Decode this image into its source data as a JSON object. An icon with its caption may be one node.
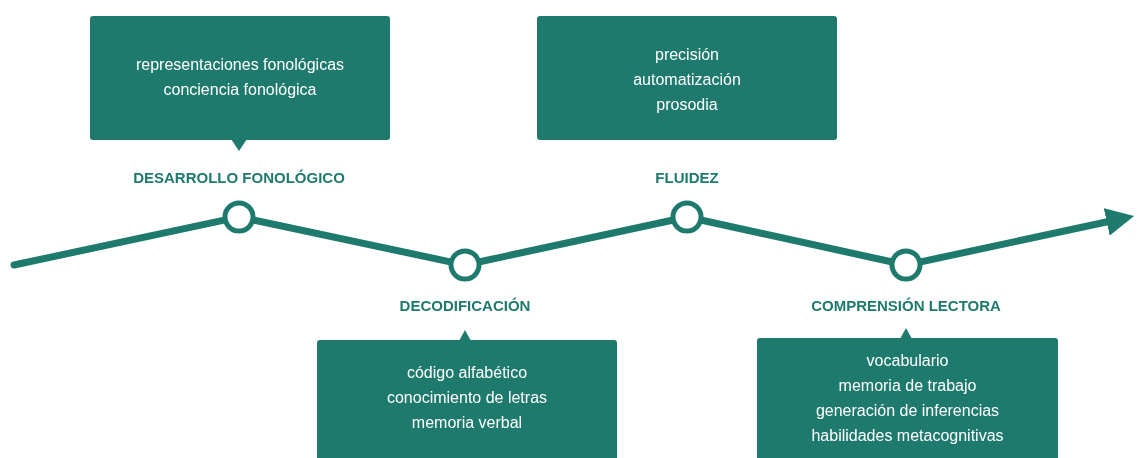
{
  "diagram": {
    "nodes": [
      {
        "text": [
          "representaciones fonológicas",
          "conciencia fonológica"
        ],
        "beside": [
          "DESARROLLO FONOLÓGICO"
        ]
      },
      {
        "text": [
          "precisión",
          "automatización",
          "prosodia"
        ],
        "beside": [
          "FLUIDEZ"
        ]
      },
      {
        "text": [],
        "shape": "circle"
      },
      {
        "text": [],
        "shape": "circle"
      },
      {
        "text": [],
        "shape": "circle"
      },
      {
        "text": [],
        "shape": "circle"
      },
      {
        "text": [
          "código alfabético",
          "conocimiento de letras",
          "memoria verbal"
        ],
        "beside": [
          "DECODIFICACIÓN"
        ]
      },
      {
        "text": [
          "vocabulario",
          "memoria de trabajo",
          "generación de inferencias",
          "habilidades metacognitivas"
        ],
        "beside": [
          "COMPRENSIÓN LECTORA"
        ]
      }
    ],
    "edges": [
      {
        "from": null,
        "to": 2,
        "arrow": "none"
      },
      {
        "from": 2,
        "to": 3,
        "arrow": "none"
      },
      {
        "from": 3,
        "to": 4,
        "arrow": "none"
      },
      {
        "from": 4,
        "to": 5,
        "arrow": "none"
      },
      {
        "from": 5,
        "to": null,
        "arrow": "to"
      }
    ]
  }
}
